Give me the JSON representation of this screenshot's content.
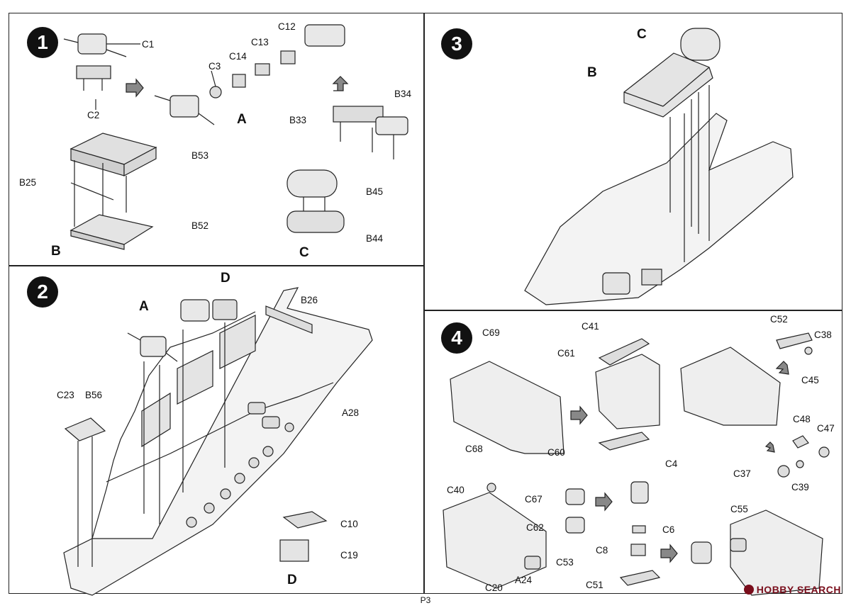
{
  "page_number": "P3",
  "watermark": "HOBBY SEARCH",
  "steps": {
    "s1": "1",
    "s2": "2",
    "s3": "3",
    "s4": "4"
  },
  "step1": {
    "labels": [
      "C1",
      "C2",
      "C3",
      "C14",
      "C13",
      "C12",
      "B33",
      "B34",
      "B53",
      "B25",
      "B52",
      "B45",
      "B44"
    ],
    "subassemblies": [
      "A",
      "B",
      "C"
    ]
  },
  "step2": {
    "labels": [
      "B26",
      "A28",
      "C23",
      "B56",
      "C10",
      "C19"
    ],
    "subassemblies": [
      "A",
      "D",
      "D"
    ]
  },
  "step3": {
    "subassemblies": [
      "C",
      "B"
    ]
  },
  "step4": {
    "labels": [
      "C69",
      "C68",
      "C41",
      "C61",
      "C60",
      "C4",
      "C52",
      "C38",
      "C45",
      "C48",
      "C47",
      "C37",
      "C39",
      "C40",
      "C67",
      "C62",
      "C6",
      "C8",
      "C51",
      "C53",
      "C20",
      "A24",
      "C55"
    ]
  }
}
